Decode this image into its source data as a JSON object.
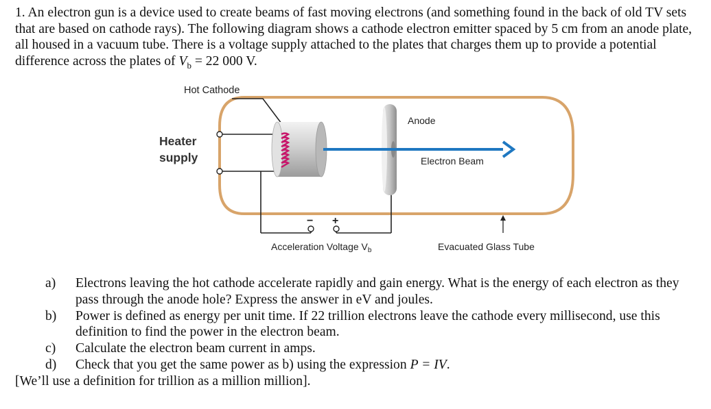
{
  "problem": {
    "number": "1.",
    "intro_part1": "An electron gun is a device used to create beams of fast moving electrons (and something found in the back of old TV sets that are based on cathode rays). The following diagram shows a cathode electron emitter spaced by 5 cm from an anode plate, all housed in a vacuum tube. There is a voltage supply attached to the plates that charges them up to provide a potential difference across the plates of ",
    "intro_var": "V",
    "intro_sub": "b",
    "intro_part2": " = 22 000 V."
  },
  "diagram": {
    "label_hot_cathode": "Hot Cathode",
    "label_heater": "Heater",
    "label_supply": "supply",
    "label_anode": "Anode",
    "label_electron_beam": "Electron Beam",
    "label_accel_voltage": "Acceleration Voltage V",
    "label_accel_sub": "b",
    "label_minus": "−",
    "label_plus": "+",
    "label_glass_tube": "Evacuated Glass Tube",
    "colors": {
      "tube_outline": "#d8a46a",
      "beam": "#1f78c1",
      "coil": "#c8156a",
      "wire": "#222222"
    }
  },
  "questions": [
    {
      "label": "a)",
      "text": "Electrons leaving the hot cathode accelerate rapidly and gain energy. What is the energy of each electron as they pass through the anode hole? Express the answer in eV and joules."
    },
    {
      "label": "b)",
      "text": "Power is defined as energy per unit time. If 22 trillion electrons leave the cathode every millisecond, use this definition to find the power in the electron beam."
    },
    {
      "label": "c)",
      "text": "Calculate the electron beam current in amps."
    },
    {
      "label": "d)",
      "text_before": "Check that you get the same power as b) using the expression ",
      "expr": "P = IV",
      "text_after": "."
    }
  ],
  "note": "[We’ll use a definition for trillion as a million million]."
}
